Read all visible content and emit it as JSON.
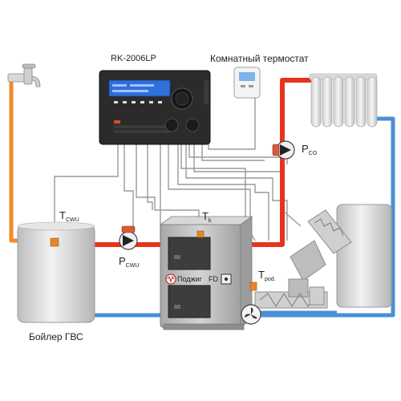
{
  "labels": {
    "controller_model": "RK-2006LP",
    "room_thermostat": "Комнатный термостат",
    "t_cwu": "T",
    "t_cwu_sub": "CWU",
    "t_k": "T",
    "t_k_sub": "k",
    "p_cwu": "P",
    "p_cwu_sub": "CWU",
    "p_co": "P",
    "p_co_sub": "CO",
    "t_pod": "T",
    "t_pod_sub": "pod.",
    "boiler_dhw": "Бойлер ГВС",
    "ignition": "Поджиг",
    "fd": "FD"
  },
  "colors": {
    "hot_pipe": "#e8331c",
    "cold_pipe": "#4a8fd6",
    "orange_pipe": "#f0882a",
    "cable": "#9a9a9a",
    "controller_body": "#2b2b2b",
    "controller_screen": "#2f6fd8",
    "tank": "#d6d6d6",
    "boiler_body": "#b9b9b9",
    "sensor": "#e8862a"
  },
  "icons": [
    "tap-icon",
    "radiator-icon",
    "pump-icon",
    "fan-icon",
    "auger-icon",
    "thermostat-icon"
  ]
}
